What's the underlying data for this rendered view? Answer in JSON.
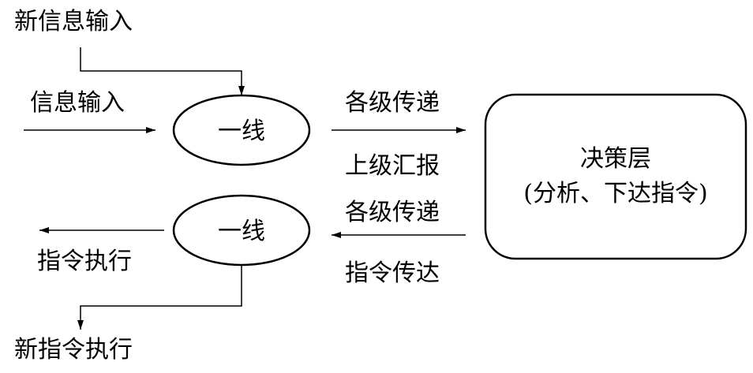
{
  "colors": {
    "line": "#000000",
    "background": "#ffffff"
  },
  "labels": {
    "new_info_input": "新信息输入",
    "info_input": "信息输入",
    "pass_up_top": "各级传递",
    "report_up": "上级汇报",
    "pass_down_top": "各级传递",
    "command_pass": "指令传达",
    "command_execute": "指令执行",
    "new_command_execute": "新指令执行"
  },
  "nodes": {
    "frontline_top": "一线",
    "frontline_bottom": "一线",
    "decision_title": "决策层",
    "decision_sub": "(分析、下达指令)"
  }
}
